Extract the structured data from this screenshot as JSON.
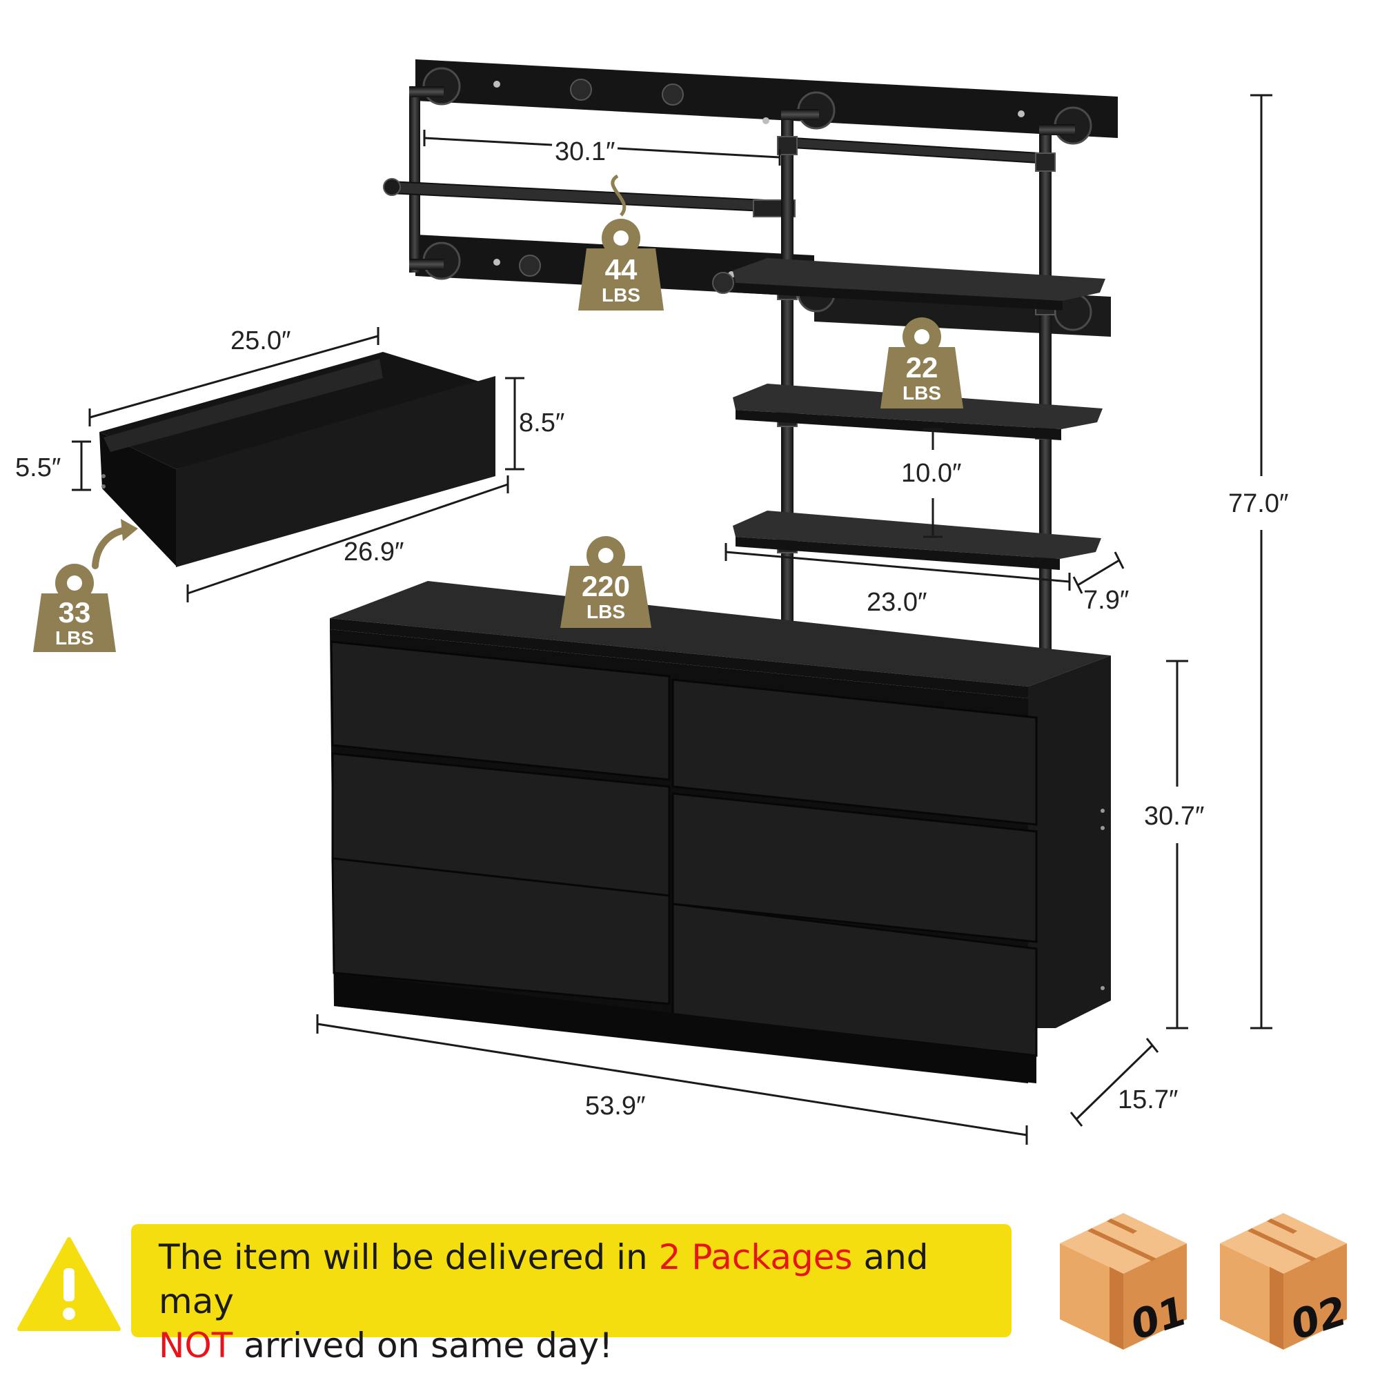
{
  "dimensions": {
    "rod_width": "30.1″",
    "drawer_width": "25.0″",
    "drawer_height_front": "8.5″",
    "drawer_height_inner": "5.5″",
    "drawer_depth": "26.9″",
    "shelf_spacing": "10.0″",
    "shelf_width": "23.0″",
    "shelf_depth": "7.9″",
    "total_height": "77.0″",
    "dresser_height": "30.7″",
    "dresser_width": "53.9″",
    "dresser_depth": "15.7″"
  },
  "weights": {
    "rod": {
      "value": "44",
      "unit": "LBS"
    },
    "shelf": {
      "value": "22",
      "unit": "LBS"
    },
    "top": {
      "value": "220",
      "unit": "LBS"
    },
    "drawer": {
      "value": "33",
      "unit": "LBS"
    }
  },
  "notice": {
    "part1": "The item will be delivered in ",
    "highlight1": "2 Packages",
    "part2": " and may",
    "highlight2": "NOT",
    "part3": " arrived on same day!"
  },
  "packages": [
    {
      "label": "01"
    },
    {
      "label": "02"
    }
  ],
  "colors": {
    "badge": "#8f7f52",
    "furniture": "#161616",
    "notice_bg": "#f5de10",
    "highlight": "#e8141b",
    "box": "#e9a865"
  },
  "icons": [
    "warning-icon",
    "weight-icon",
    "box-icon",
    "curved-arrow-icon"
  ]
}
